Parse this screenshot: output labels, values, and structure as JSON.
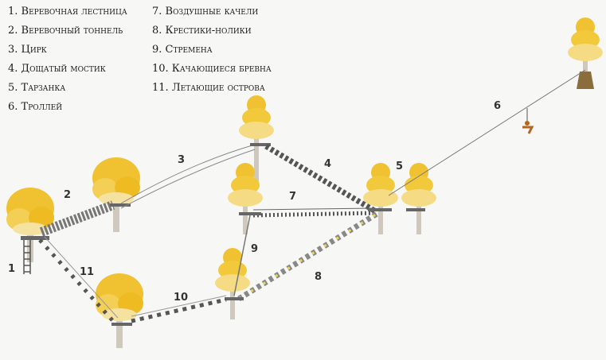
{
  "legend": {
    "items": [
      "1. Веревочная лестница",
      "2. Веревочный тоннель",
      "3. Цирк",
      "4. Дощатый мостик",
      "5. Тарзанка",
      "6. Троллей",
      "7. Воздушные качели",
      "8. Крестики-нолики",
      "9. Стремена",
      "10. Качающиеся бревна",
      "11. Летающие острова"
    ]
  },
  "labels": [
    "1",
    "2",
    "3",
    "4",
    "5",
    "6",
    "7",
    "8",
    "9",
    "10",
    "11"
  ],
  "colors": {
    "foliage": "#f0c232",
    "foliage_light": "#f5dc8a",
    "trunk": "#c9c1b5",
    "rope": "#666666",
    "plank": "#555555",
    "background": "#f7f7f5"
  }
}
